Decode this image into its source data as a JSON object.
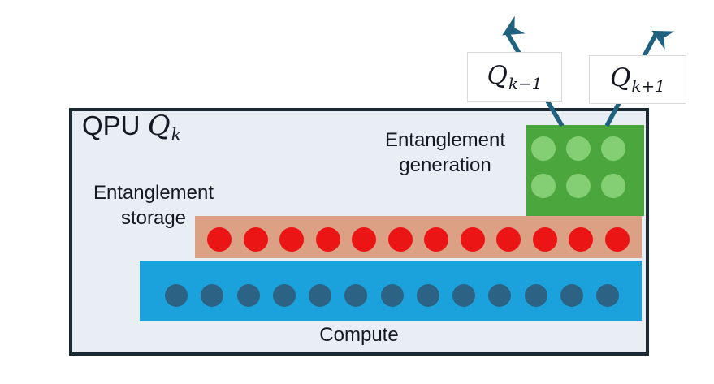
{
  "title": {
    "prefix": "QPU",
    "symbol": "Q",
    "subscript": "k"
  },
  "labels": {
    "generation_line1": "Entanglement",
    "generation_line2": "generation",
    "storage_line1": "Entanglement",
    "storage_line2": "storage",
    "compute": "Compute"
  },
  "neighbors": {
    "left": {
      "symbol": "Q",
      "subscript": "k−1"
    },
    "right": {
      "symbol": "Q",
      "subscript": "k+1"
    }
  },
  "counts": {
    "generation_qubits": 6,
    "generation_columns": 3,
    "storage_qubits": 12,
    "compute_qubits": 13
  },
  "colors": {
    "box_fill": "#e9eef4",
    "box_border": "#1b2a33",
    "text": "#151822",
    "generation_fill": "#4aa63d",
    "generation_qubit": "#84cf74",
    "storage_fill": "#dca185",
    "storage_qubit": "#ec1515",
    "compute_fill": "#1ba2dd",
    "compute_qubit": "#2c6384",
    "arrow": "#20617f"
  }
}
